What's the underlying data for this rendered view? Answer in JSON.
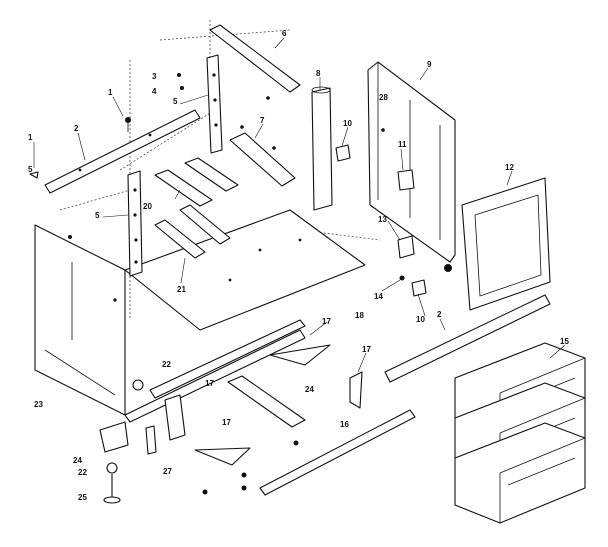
{
  "diagram": {
    "type": "exploded-parts-view",
    "callouts": {
      "c1a": "1",
      "c1b": "1",
      "c2a": "2",
      "c2b": "2",
      "c3": "3",
      "c4": "4",
      "c5a": "5",
      "c5b": "5",
      "c5c": "5",
      "c6": "6",
      "c7": "7",
      "c8": "8",
      "c9": "9",
      "c10a": "10",
      "c10b": "10",
      "c11": "11",
      "c12": "12",
      "c13": "13",
      "c14": "14",
      "c15": "15",
      "c16": "16",
      "c17a": "17",
      "c17b": "17",
      "c17c": "17",
      "c17d": "17",
      "c18": "18",
      "c20": "20",
      "c21": "21",
      "c22a": "22",
      "c22b": "22",
      "c23": "23",
      "c24a": "24",
      "c24b": "24",
      "c25": "25",
      "c27": "27",
      "c28": "28"
    }
  }
}
